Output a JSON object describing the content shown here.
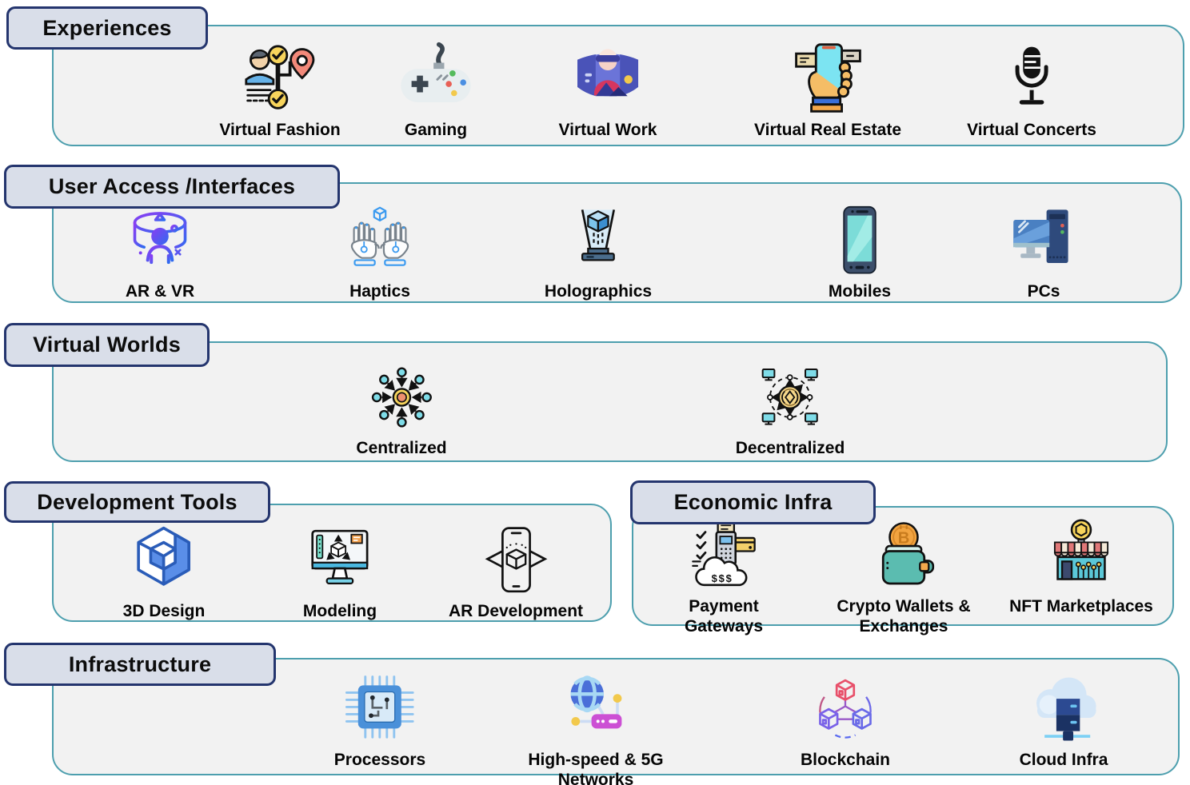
{
  "diagram": {
    "subject": "Metaverse technology stack layers",
    "colors": {
      "background": "#ffffff",
      "container_fill": "#f2f2f2",
      "container_border": "#4d9fae",
      "badge_fill": "#d9dee9",
      "badge_border": "#24356e",
      "label_text": "#050505"
    }
  },
  "sections": [
    {
      "label": "Experiences",
      "items": [
        {
          "label": "Virtual Fashion",
          "icon": "virtual-fashion-icon"
        },
        {
          "label": "Gaming",
          "icon": "gaming-icon"
        },
        {
          "label": "Virtual Work",
          "icon": "virtual-work-icon"
        },
        {
          "label": "Virtual Real Estate",
          "icon": "virtual-real-estate-icon"
        },
        {
          "label": "Virtual Concerts",
          "icon": "virtual-concerts-icon"
        }
      ]
    },
    {
      "label": "User Access /Interfaces",
      "items": [
        {
          "label": "AR & VR",
          "icon": "ar-vr-icon"
        },
        {
          "label": "Haptics",
          "icon": "haptics-icon"
        },
        {
          "label": "Holographics",
          "icon": "holographics-icon"
        },
        {
          "label": "Mobiles",
          "icon": "mobile-phone-icon"
        },
        {
          "label": "PCs",
          "icon": "desktop-pc-icon"
        }
      ]
    },
    {
      "label": "Virtual Worlds",
      "items": [
        {
          "label": "Centralized",
          "icon": "centralized-network-icon"
        },
        {
          "label": "Decentralized",
          "icon": "decentralized-network-icon"
        }
      ]
    },
    {
      "label": "Development Tools",
      "items": [
        {
          "label": "3D Design",
          "icon": "3d-design-icon"
        },
        {
          "label": "Modeling",
          "icon": "modeling-icon"
        },
        {
          "label": "AR Development",
          "icon": "ar-development-icon"
        }
      ]
    },
    {
      "label": "Economic Infra",
      "items": [
        {
          "label": "Payment Gateways",
          "icon": "payment-gateways-icon"
        },
        {
          "label": "Crypto Wallets & Exchanges",
          "icon": "crypto-wallet-icon"
        },
        {
          "label": "NFT Marketplaces",
          "icon": "nft-marketplace-icon"
        }
      ]
    },
    {
      "label": "Infrastructure",
      "items": [
        {
          "label": "Processors",
          "icon": "processor-chip-icon"
        },
        {
          "label": "High-speed & 5G Networks",
          "icon": "5g-network-icon"
        },
        {
          "label": "Blockchain",
          "icon": "blockchain-icon"
        },
        {
          "label": "Cloud Infra",
          "icon": "cloud-infrastructure-icon"
        }
      ]
    }
  ]
}
